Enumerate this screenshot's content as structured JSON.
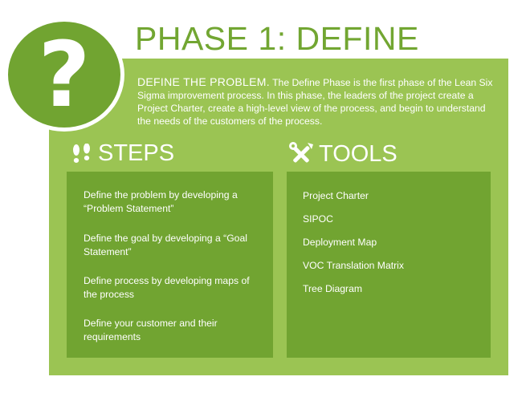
{
  "title": "PHASE 1: DEFINE",
  "badge": {
    "icon": "question-mark-icon",
    "glyph": "?"
  },
  "intro": {
    "lead": "DEFINE THE PROBLEM.",
    "body": "The Define Phase is the first phase of the Lean Six Sigma improvement process. In this phase, the leaders of the project create a Project Charter, create a high-level view of the process, and begin to understand the needs of the customers of the process."
  },
  "steps": {
    "heading": "STEPS",
    "icon": "footprints-icon",
    "items": [
      "Define the problem by developing a “Problem Statement”",
      "Define the goal by developing a “Goal Statement”",
      "Define process by developing maps of the process",
      "Define your customer and their requirements"
    ]
  },
  "tools": {
    "heading": "TOOLS",
    "icon": "tools-icon",
    "items": [
      "Project Charter",
      "SIPOC",
      "Deployment Map",
      "VOC Translation Matrix",
      "Tree Diagram"
    ]
  },
  "colors": {
    "title_green": "#72a632",
    "panel_green": "#9bc453",
    "box_green": "#71a431",
    "text": "#ffffff"
  }
}
